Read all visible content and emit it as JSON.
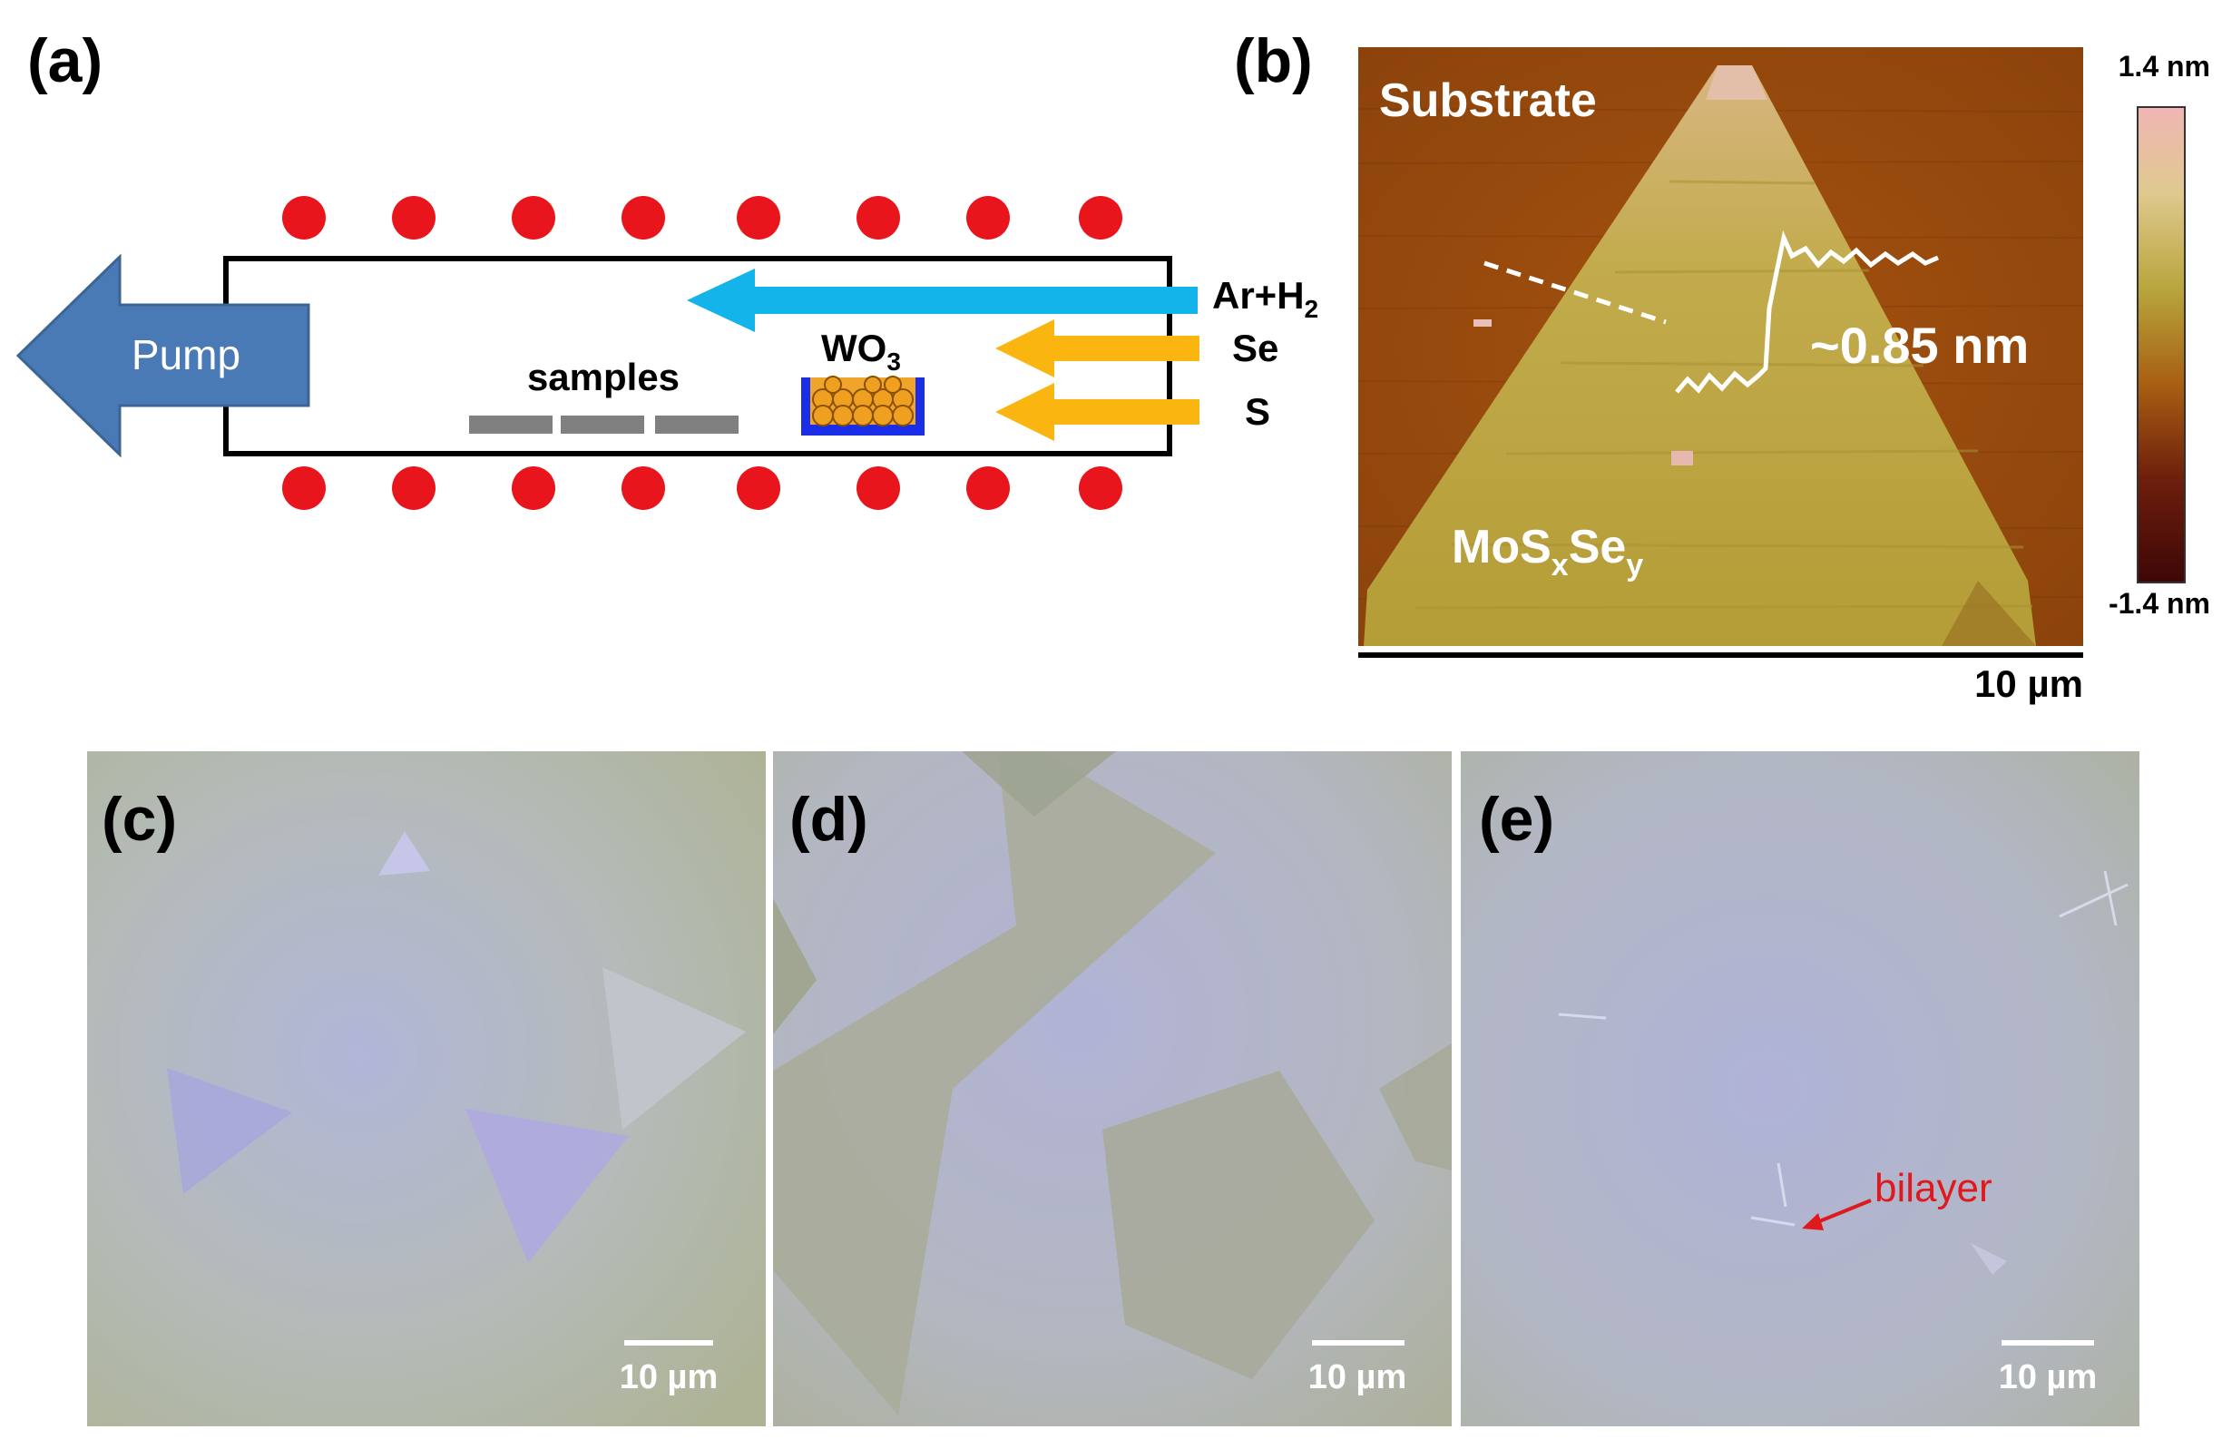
{
  "panels": {
    "a": {
      "label": "(a)",
      "pump": "Pump",
      "samples": "samples",
      "source": "WO",
      "source_sub": "3",
      "gases": [
        "Ar+H",
        "Se",
        "S"
      ],
      "gas_sub": "2"
    },
    "b": {
      "label": "(b)",
      "substrate": "Substrate",
      "flake_base": "MoS",
      "flake_x": "x",
      "flake_se": "Se",
      "flake_y": "y",
      "step": "~0.85 nm",
      "scale_max": "1.4 nm",
      "scale_min": "-1.4 nm",
      "scale_bar": "10 µm"
    },
    "c": {
      "label": "(c)",
      "scale_bar": "10 µm"
    },
    "d": {
      "label": "(d)",
      "scale_bar": "10 µm"
    },
    "e": {
      "label": "(e)",
      "scale_bar": "10 µm",
      "annotation": "bilayer"
    }
  },
  "colors": {
    "heater_dot": "#e8161c",
    "gas_ar": "#12b4ea",
    "gas_se_s": "#fbb511",
    "pump_arrow": "#4a7ab5",
    "boat": "#1a2ee8",
    "afm_substrate": "#a6500c",
    "afm_flake": "#b8a03a",
    "optical_bg": "#b6bfa6",
    "annotation_red": "#e0191c"
  }
}
